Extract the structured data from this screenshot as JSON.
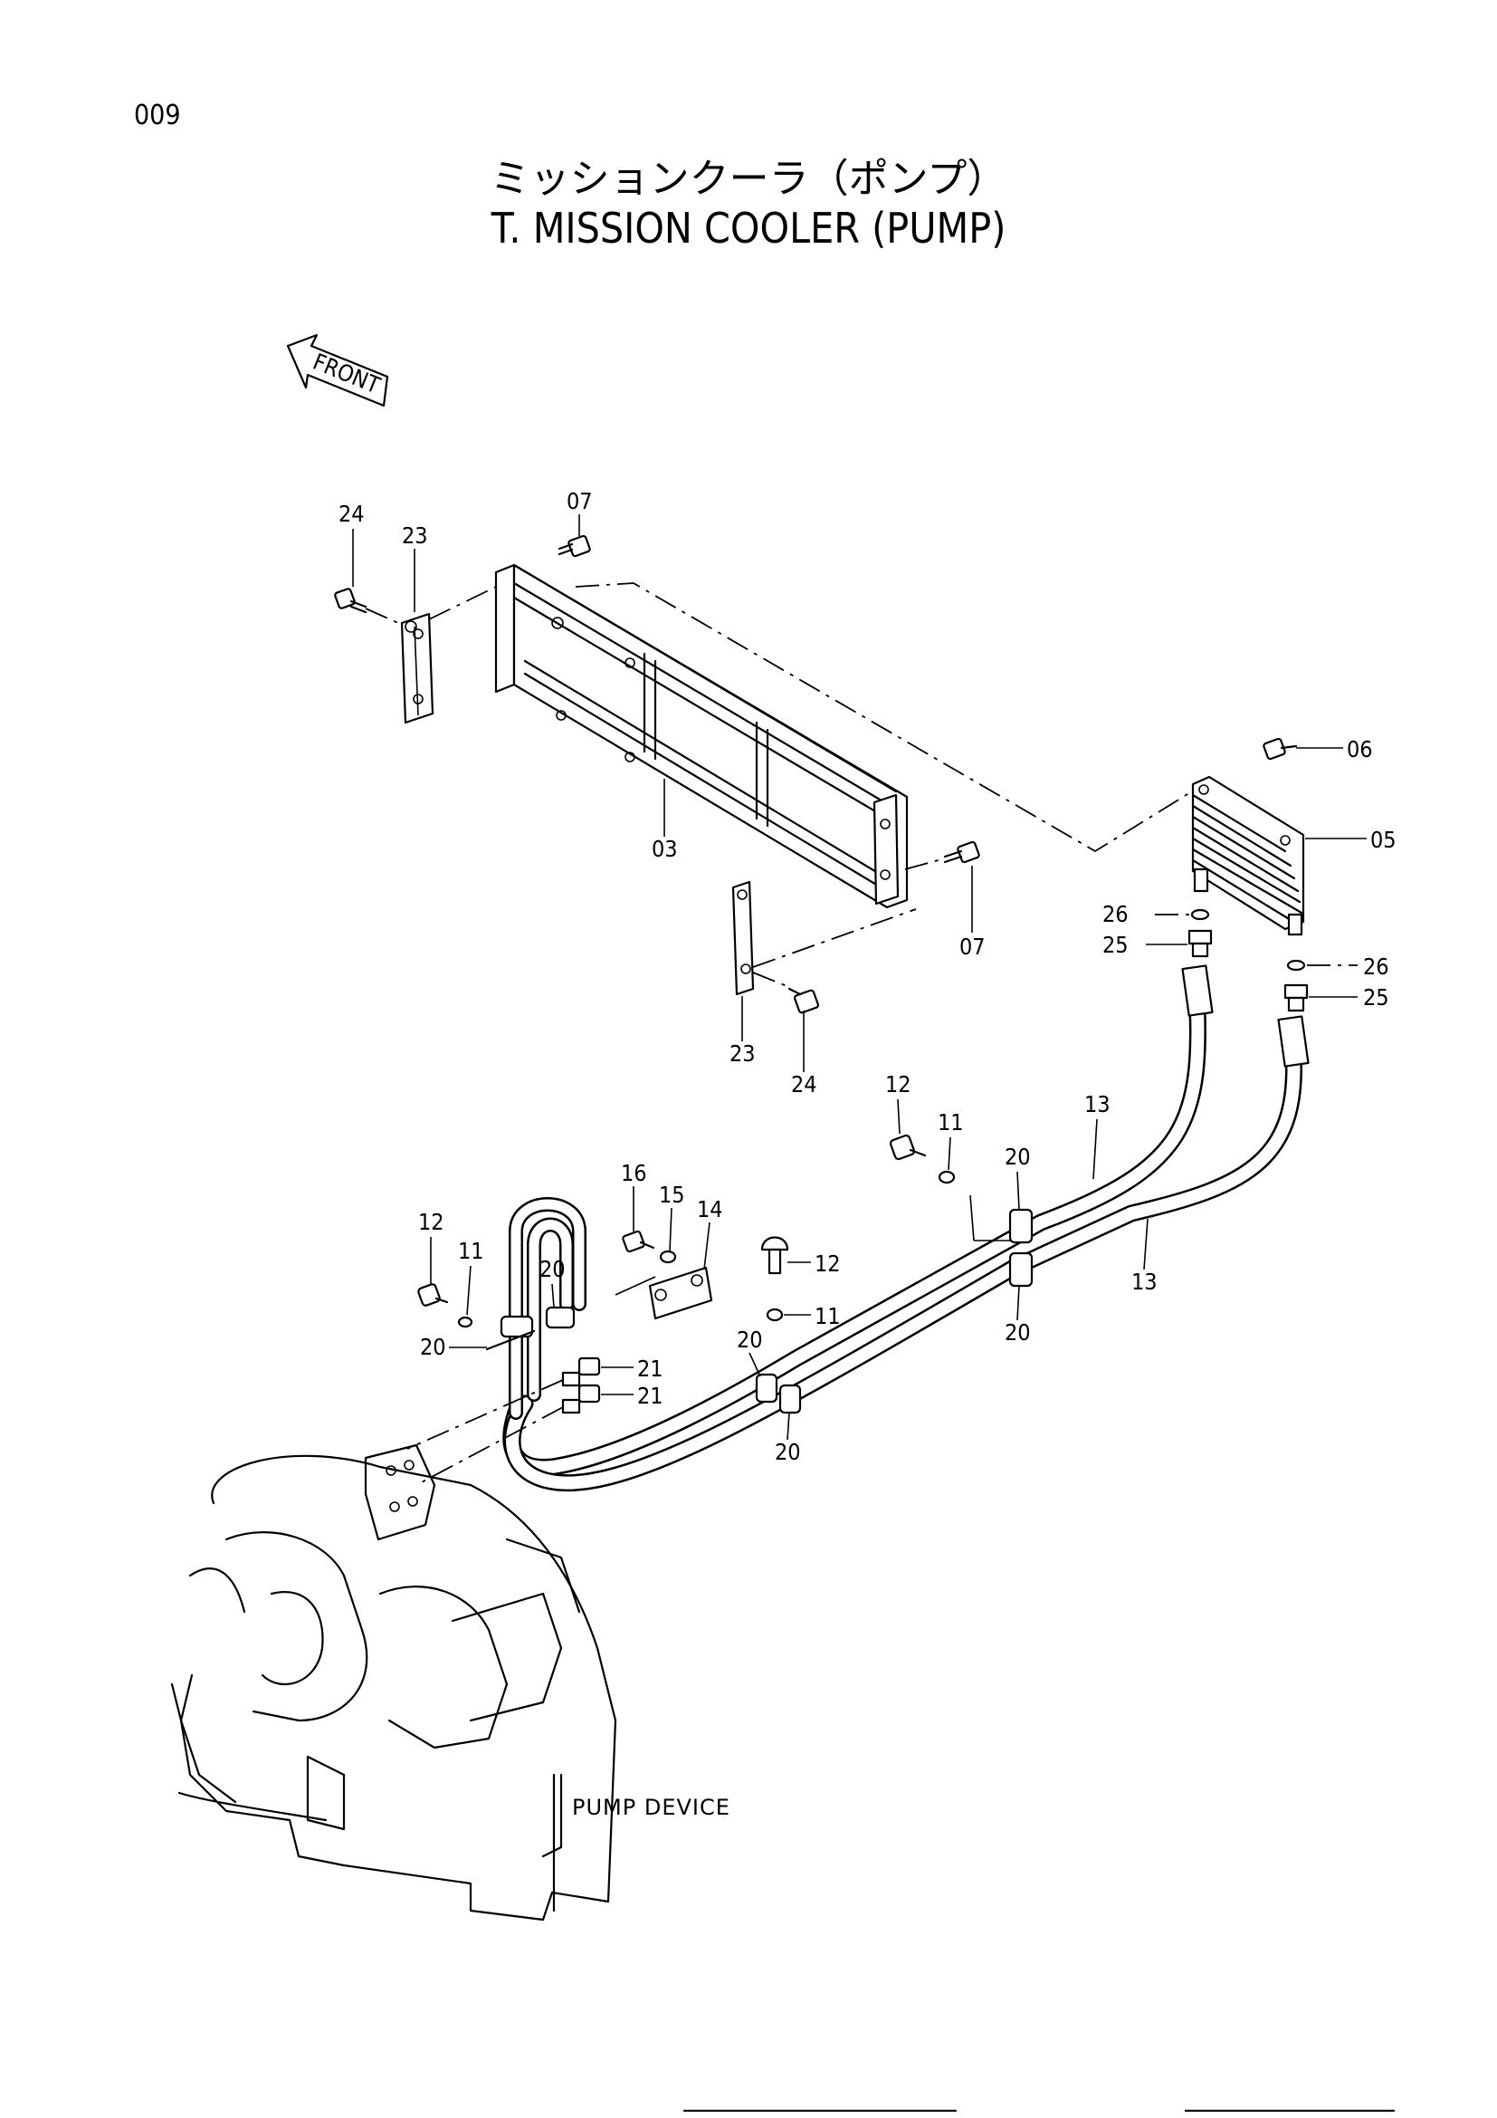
{
  "page_number": "009",
  "title_jp": "ミッションクーラ（ポンプ）",
  "title_en": "T. MISSION COOLER (PUMP)",
  "front_arrow_label": "FRONT",
  "pump_device_label": "PUMP DEVICE",
  "callouts": {
    "p03": "03",
    "p05": "05",
    "p06": "06",
    "p07_top": "07",
    "p07_mid": "07",
    "p11_a": "11",
    "p11_b": "11",
    "p11_c": "11",
    "p12_a": "12",
    "p12_b": "12",
    "p12_c": "12",
    "p13_a": "13",
    "p13_b": "13",
    "p14": "14",
    "p15": "15",
    "p16": "16",
    "p20_a": "20",
    "p20_b": "20",
    "p20_c": "20",
    "p20_d": "20",
    "p20_e": "20",
    "p20_f": "20",
    "p21_a": "21",
    "p21_b": "21",
    "p23_top": "23",
    "p23_mid": "23",
    "p24_top": "24",
    "p24_mid": "24",
    "p25_a": "25",
    "p25_b": "25",
    "p26_a": "26",
    "p26_b": "26"
  }
}
